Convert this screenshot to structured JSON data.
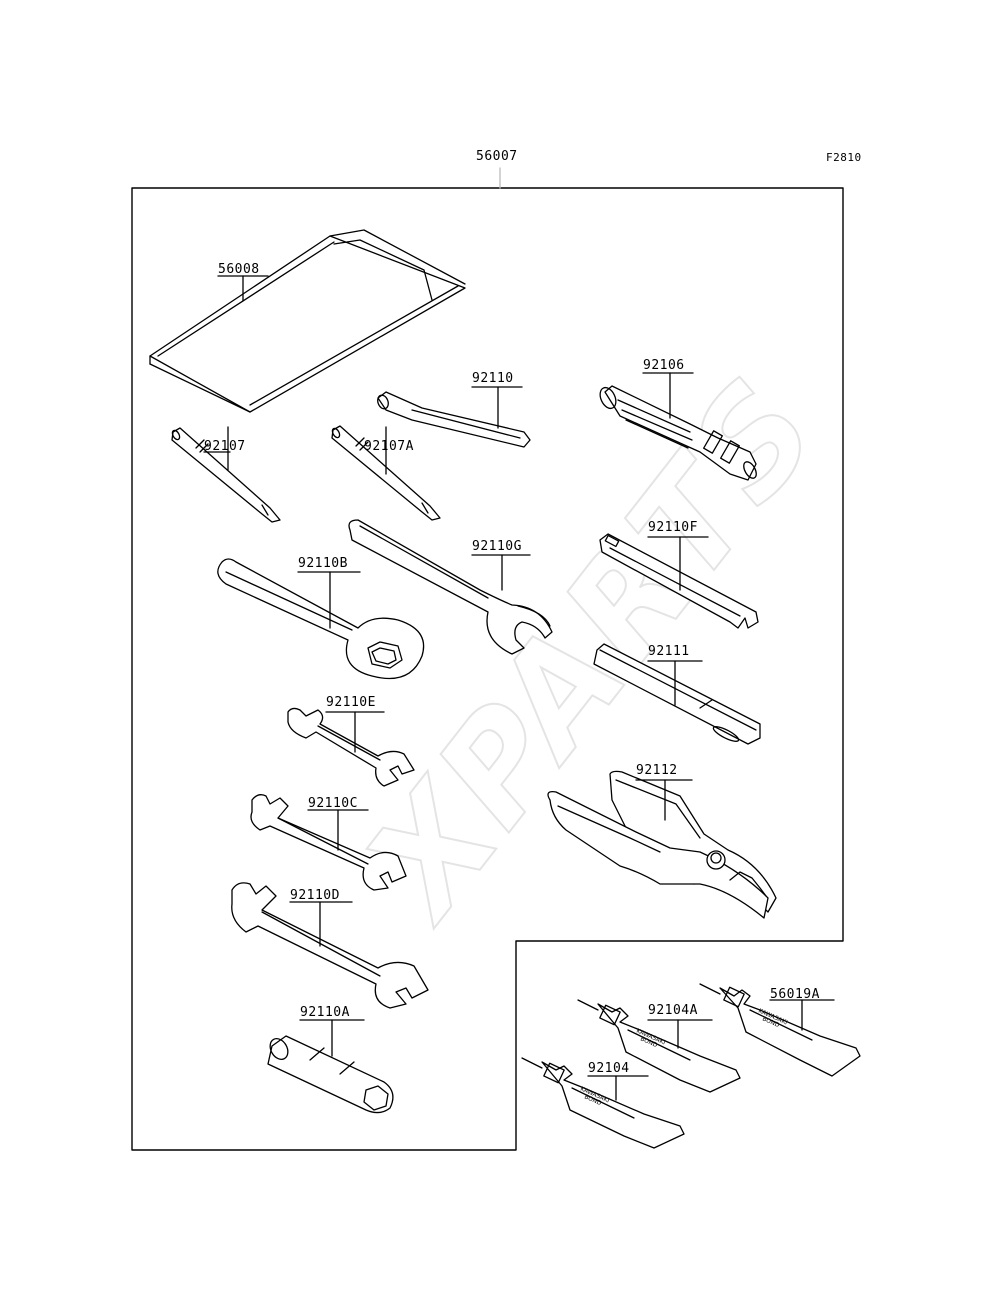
{
  "diagram": {
    "assembly_label": "56007",
    "figure_ref": "F2810",
    "watermark": "XPARTS",
    "tube_brand": "KAWASAKI",
    "tube_product": "BOND",
    "parts": {
      "p56008": "56008",
      "p92110": "92110",
      "p92106": "92106",
      "p92107": "92107",
      "p92107A": "92107A",
      "p92110F": "92110F",
      "p92110G": "92110G",
      "p92110B": "92110B",
      "p92111": "92111",
      "p92110E": "92110E",
      "p92112": "92112",
      "p92110C": "92110C",
      "p92110D": "92110D",
      "p92110A": "92110A",
      "p56019A": "56019A",
      "p92104A": "92104A",
      "p92104": "92104"
    }
  }
}
